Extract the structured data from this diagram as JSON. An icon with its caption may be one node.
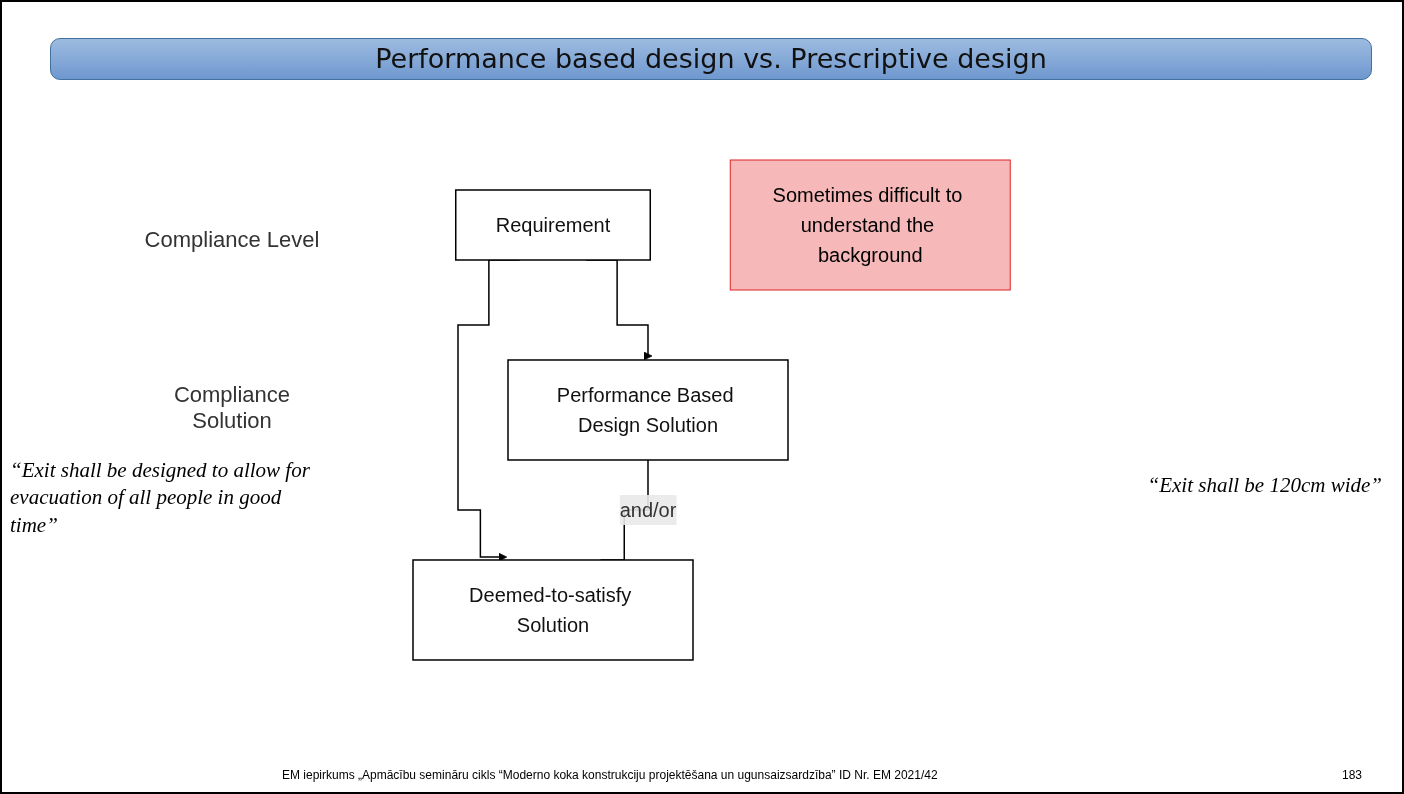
{
  "diagram": {
    "title": "Performance based design vs. Prescriptive design",
    "nodes": [
      {
        "text": [
          "Requirement"
        ]
      },
      {
        "text": [
          "Performance Based Design Solution"
        ]
      },
      {
        "text": [
          "Deemed-to-satisfy Solution"
        ]
      },
      {
        "text": [
          "Sometimes difficult to understand the background"
        ]
      }
    ],
    "edges": [
      {
        "from": 0,
        "to": 1,
        "arrow": "to"
      },
      {
        "from": 0,
        "to": 2,
        "arrow": "to"
      },
      {
        "from": 1,
        "to": 2,
        "arrow": "none",
        "label": "and/or"
      }
    ],
    "labels": [
      "Compliance Level",
      "Compliance Solution",
      "“Exit shall be designed to allow for evacuation of all people in good time”",
      "“Exit shall be 120cm wide”",
      "EM iepirkums „Apmācību semināru cikls “Moderno koka konstrukciju projektēšana un ugunsaizsardzība” ID Nr. EM 2021/42",
      "183"
    ]
  }
}
